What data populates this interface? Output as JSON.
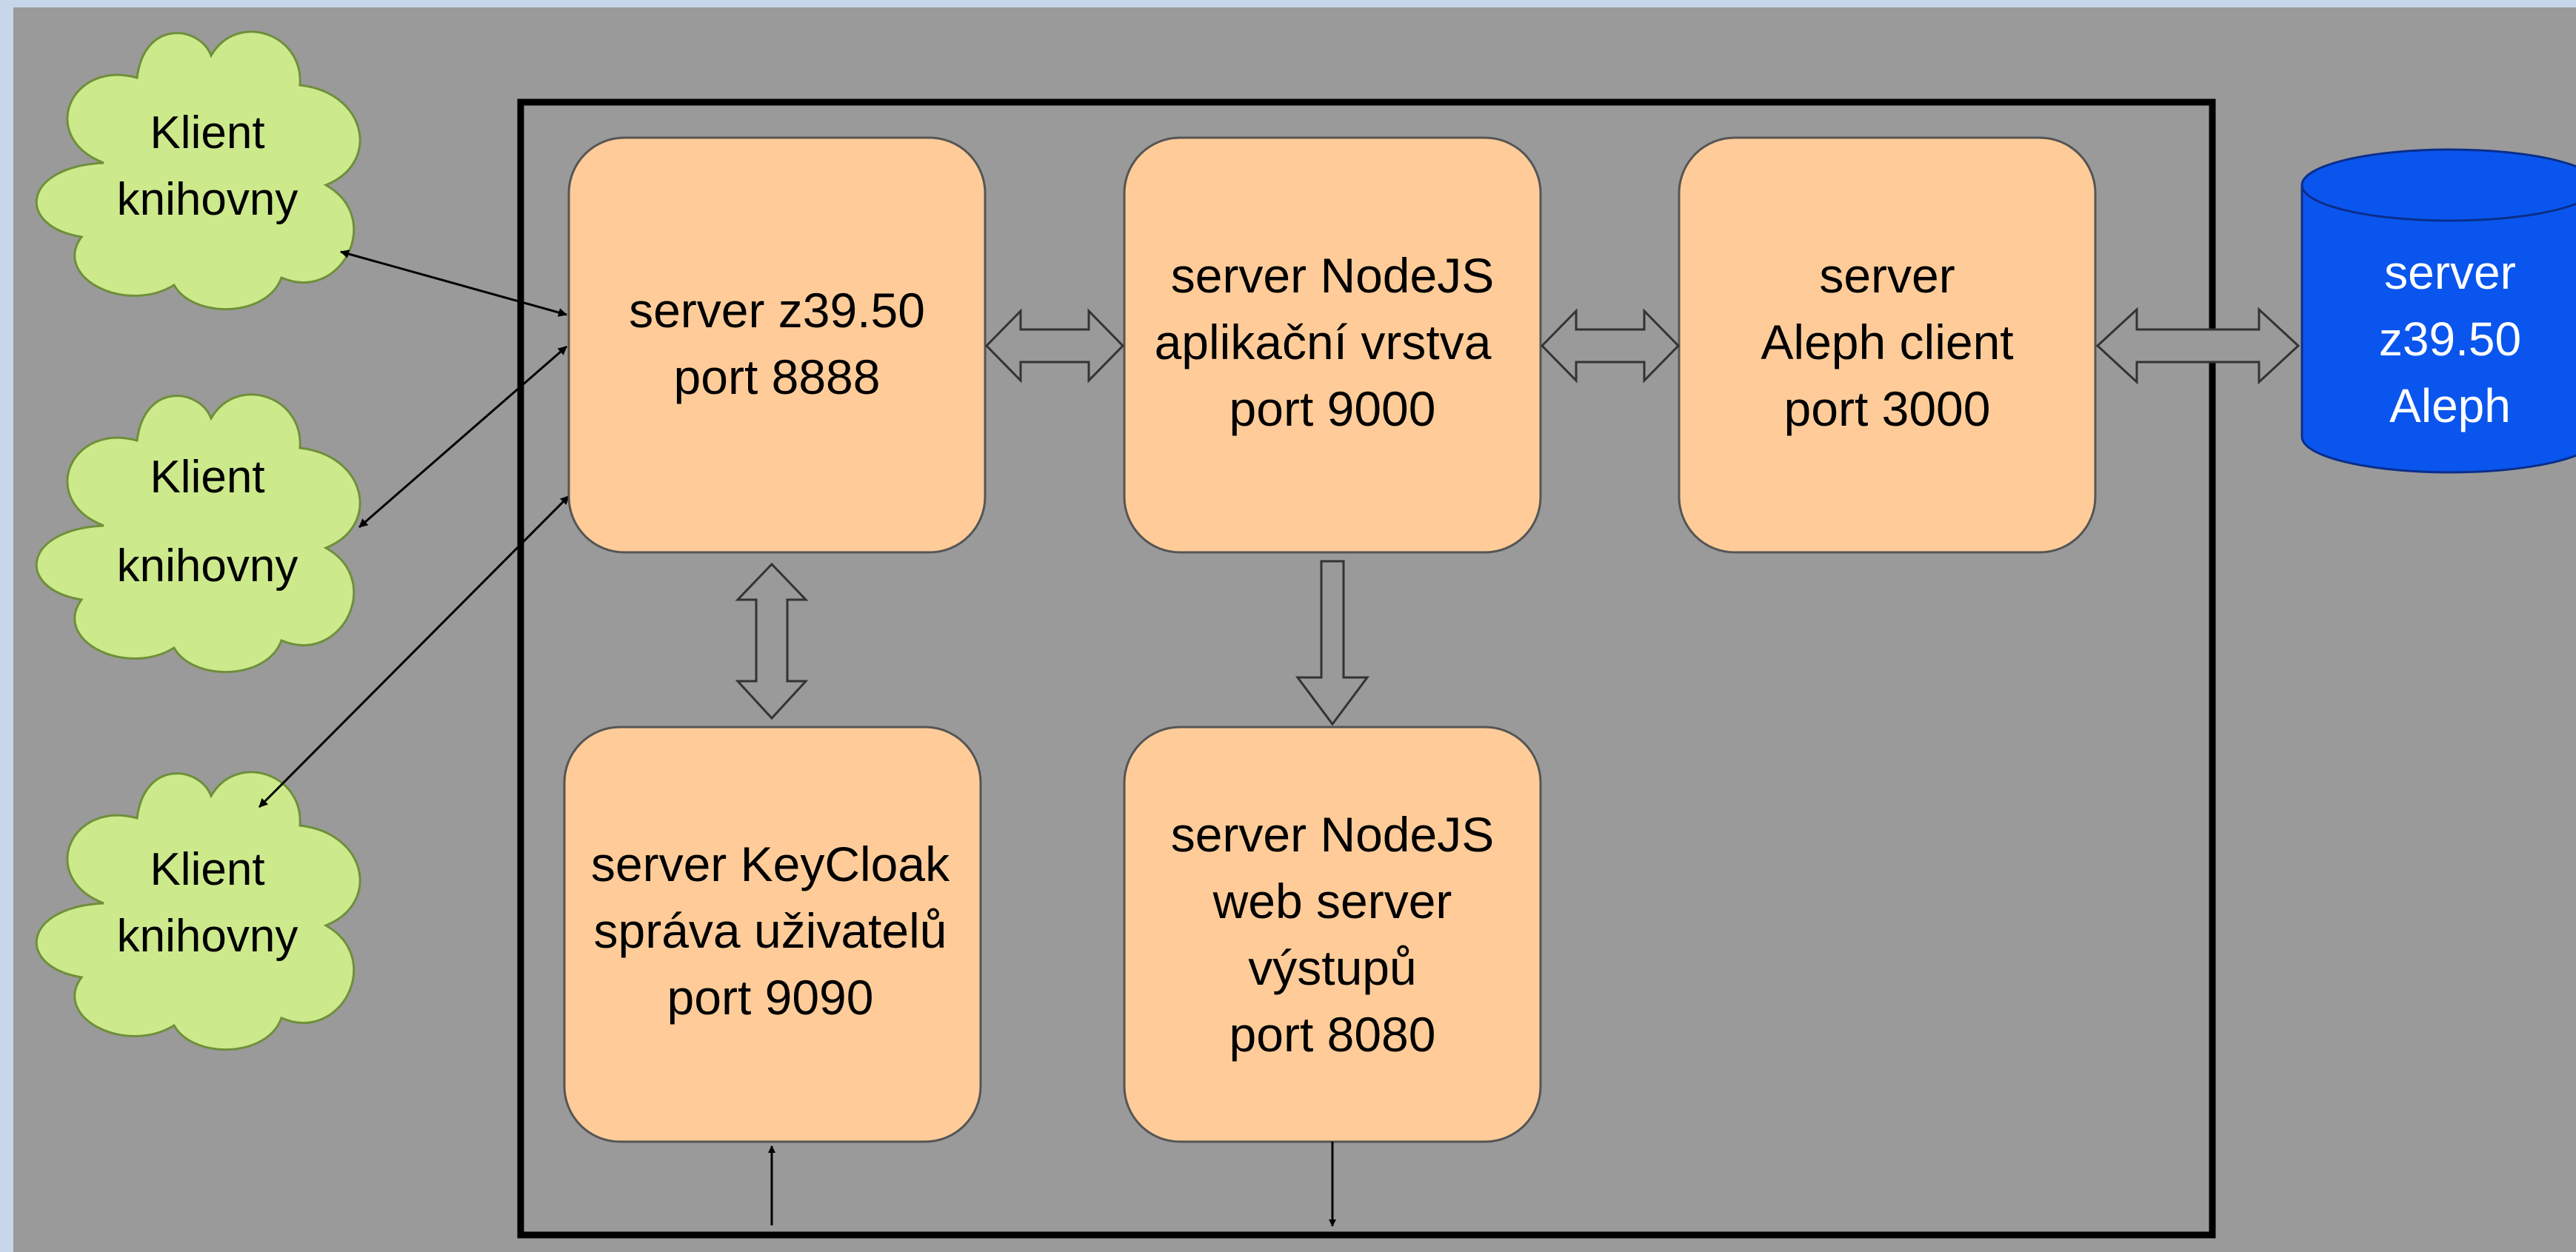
{
  "colors": {
    "page_background": "#c8d6ea",
    "canvas_background": "#9a9a9a",
    "server_box_fill": "#ffcc99",
    "cloud_fill": "#cce98c",
    "database_fill": "#0a55ee",
    "border": "#000000"
  },
  "clients": [
    {
      "line1": "Klient",
      "line2": "knihovny"
    },
    {
      "line1": "Klient",
      "line2": "knihovny"
    },
    {
      "line1": "Klient",
      "line2": "knihovny"
    }
  ],
  "servers": {
    "z3950": {
      "line1": "server z39.50",
      "line2": "port 8888"
    },
    "nodejs_app": {
      "line1": "server NodeJS",
      "line2": "aplikační vrstva",
      "line3": "port 9000"
    },
    "aleph_client": {
      "line1": "server",
      "line2": "Aleph client",
      "line3": "port 3000"
    },
    "keycloak": {
      "line1": "server KeyCloak",
      "line2": "správa uživatelů",
      "line3": "port 9090"
    },
    "nodejs_web": {
      "line1": "server NodeJS",
      "line2": "web server",
      "line3": "výstupů",
      "line4": "port 8080"
    }
  },
  "database": {
    "line1": "server",
    "line2": "z39.50",
    "line3": "Aleph"
  }
}
